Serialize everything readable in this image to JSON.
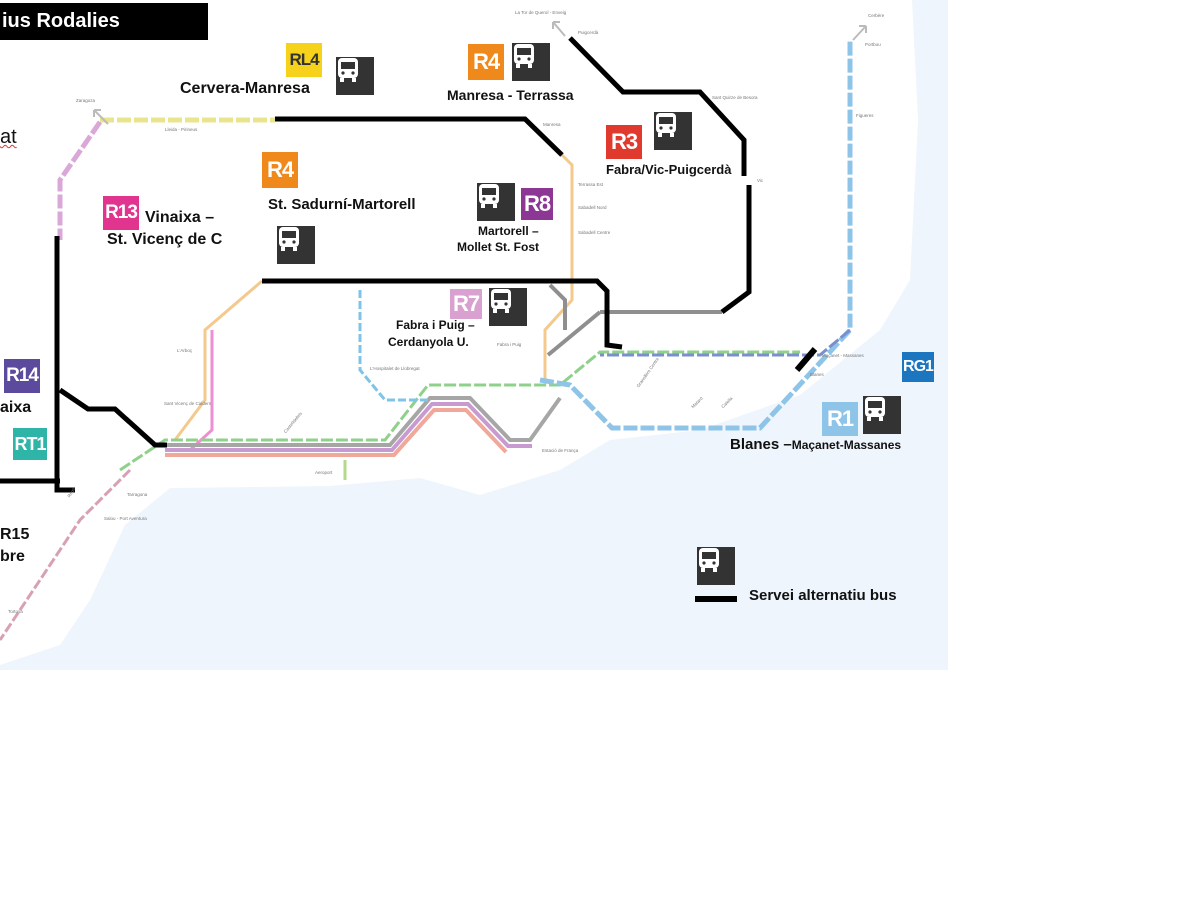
{
  "title": "ius Rodalies",
  "partial_text_left": "at",
  "routes": [
    {
      "code": "RL4",
      "color": "#f6d31a",
      "text_color": "#333",
      "label": "Cervera-Manresa"
    },
    {
      "code": "R4",
      "color": "#f0891c",
      "text_color": "#fff",
      "label": "Manresa - Terrassa"
    },
    {
      "code": "R3",
      "color": "#e03a2f",
      "text_color": "#fff",
      "label": "Fabra/Vic-Puigcerdà"
    },
    {
      "code": "R4",
      "color": "#f0891c",
      "text_color": "#fff",
      "label": "St. Sadurní-Martorell"
    },
    {
      "code": "R13",
      "color": "#e0348f",
      "text_color": "#fff",
      "label_line1": "Vinaixa –",
      "label_line2": "St. Vicenç de C"
    },
    {
      "code": "R8",
      "color": "#8d3794",
      "text_color": "#fff",
      "label_line1": "Martorell –",
      "label_line2": "Mollet St. Fost"
    },
    {
      "code": "R7",
      "color": "#d8a1cf",
      "text_color": "#fff",
      "label_line1": "Fabra i Puig –",
      "label_line2": "Cerdanyola U."
    },
    {
      "code": "R14",
      "color": "#5c4b9c",
      "text_color": "#fff",
      "label": "aixa"
    },
    {
      "code": "RT1",
      "color": "#2fb4a8",
      "text_color": "#fff"
    },
    {
      "code": "R15",
      "label": "bre"
    },
    {
      "code": "RG1",
      "color": "#1b76bf",
      "text_color": "#fff"
    },
    {
      "code": "R1",
      "color": "#8ec4e8",
      "text_color": "#fff",
      "label_main": "Blanes –",
      "label_sub": "Maçanet-Massanes"
    }
  ],
  "legend": {
    "icon": "bus-icon",
    "label": "Servei alternatiu bus"
  },
  "stations": [
    "Zaragoza",
    "Lleida - Pirineus",
    "La Tor de Querol - Enveig",
    "Puigcerdà",
    "Cerbère",
    "Portbou",
    "Figueres",
    "Sant Quirze de Besora",
    "Vic",
    "Sant Vicenç de Calders",
    "L'Arboç",
    "Tarragona",
    "Salou - Port Aventura",
    "Tortosa",
    "Aeroport",
    "L'Hospitalet de Llobregat",
    "Estació de França",
    "Maçanet - Massanes",
    "Blanes",
    "Fabra i Puig",
    "Granollers Centre",
    "Reus",
    "Castelldefels",
    "Terrassa Est",
    "Sabadell Nord",
    "Sabadell Centre",
    "Manresa",
    "Calella",
    "Mataró"
  ]
}
